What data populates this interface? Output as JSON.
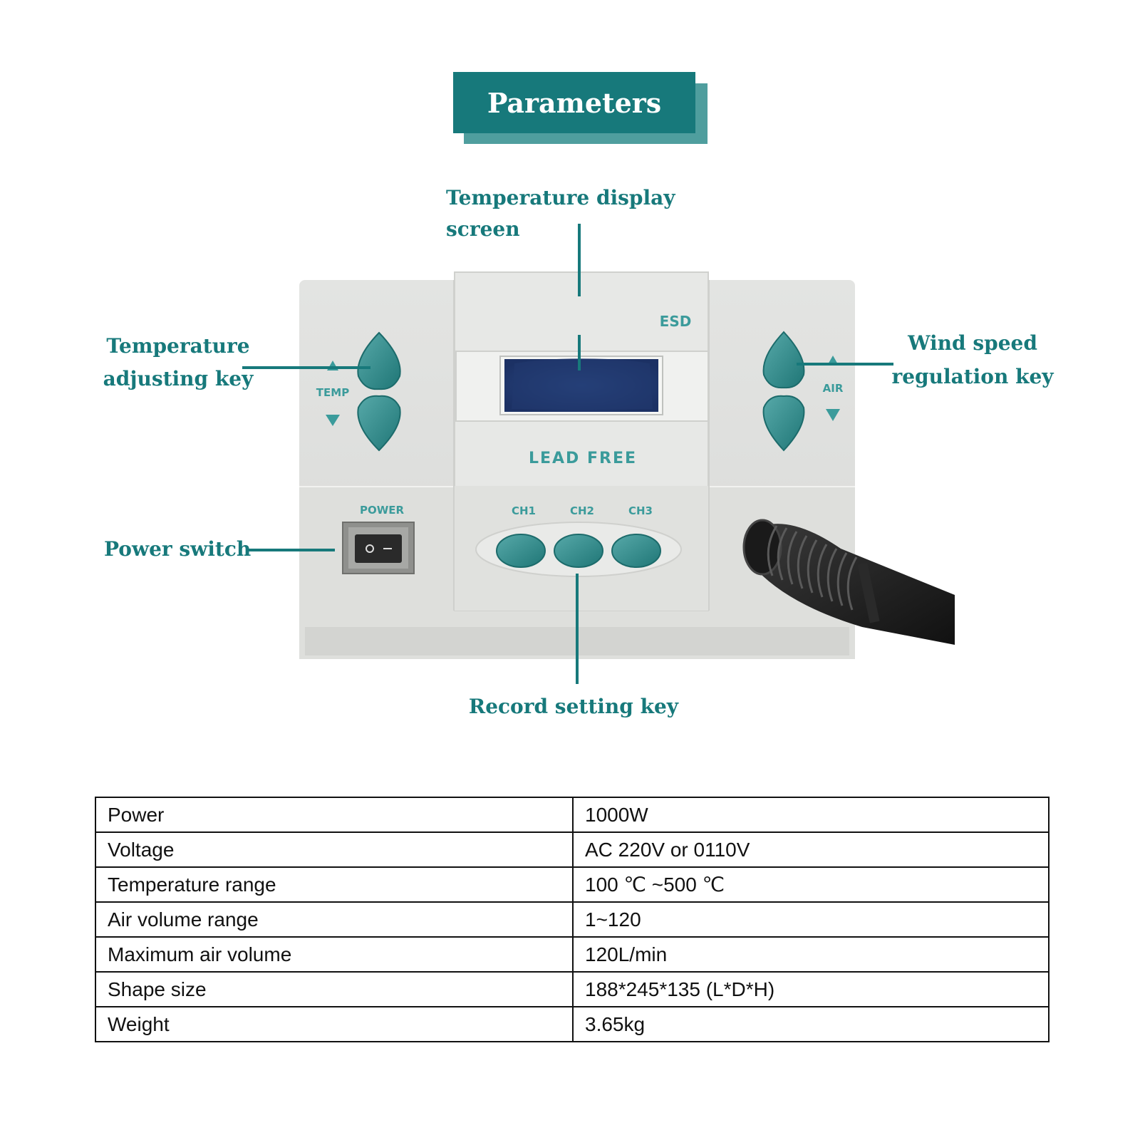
{
  "title": "Parameters",
  "callouts": {
    "display_screen": "Temperature display screen",
    "temp_key_line1": "Temperature",
    "temp_key_line2": "adjusting key",
    "wind_key_line1": "Wind speed",
    "wind_key_line2": "regulation key",
    "power_switch": "Power switch",
    "record_key": "Record setting key"
  },
  "device": {
    "esd": "ESD",
    "lead_free": "LEAD FREE",
    "temp_label": "TEMP",
    "air_label": "AIR",
    "power_label": "POWER",
    "channels": [
      "CH1",
      "CH2",
      "CH3"
    ]
  },
  "specs": [
    {
      "name": "Power",
      "value": "1000W"
    },
    {
      "name": "Voltage",
      "value": "AC 220V or 0110V"
    },
    {
      "name": "Temperature range",
      "value": "100 ℃ ~500 ℃"
    },
    {
      "name": "Air volume range",
      "value": "1~120"
    },
    {
      "name": "Maximum air volume",
      "value": "120L/min"
    },
    {
      "name": "Shape size",
      "value": "188*245*135 (L*D*H)"
    },
    {
      "name": "Weight",
      "value": "3.65kg"
    }
  ],
  "colors": {
    "accent": "#17797b",
    "accent_light": "#4f9e9e",
    "button": "#2e8c8c",
    "panel": "#e6e7e5",
    "lcd": "#26407a"
  }
}
